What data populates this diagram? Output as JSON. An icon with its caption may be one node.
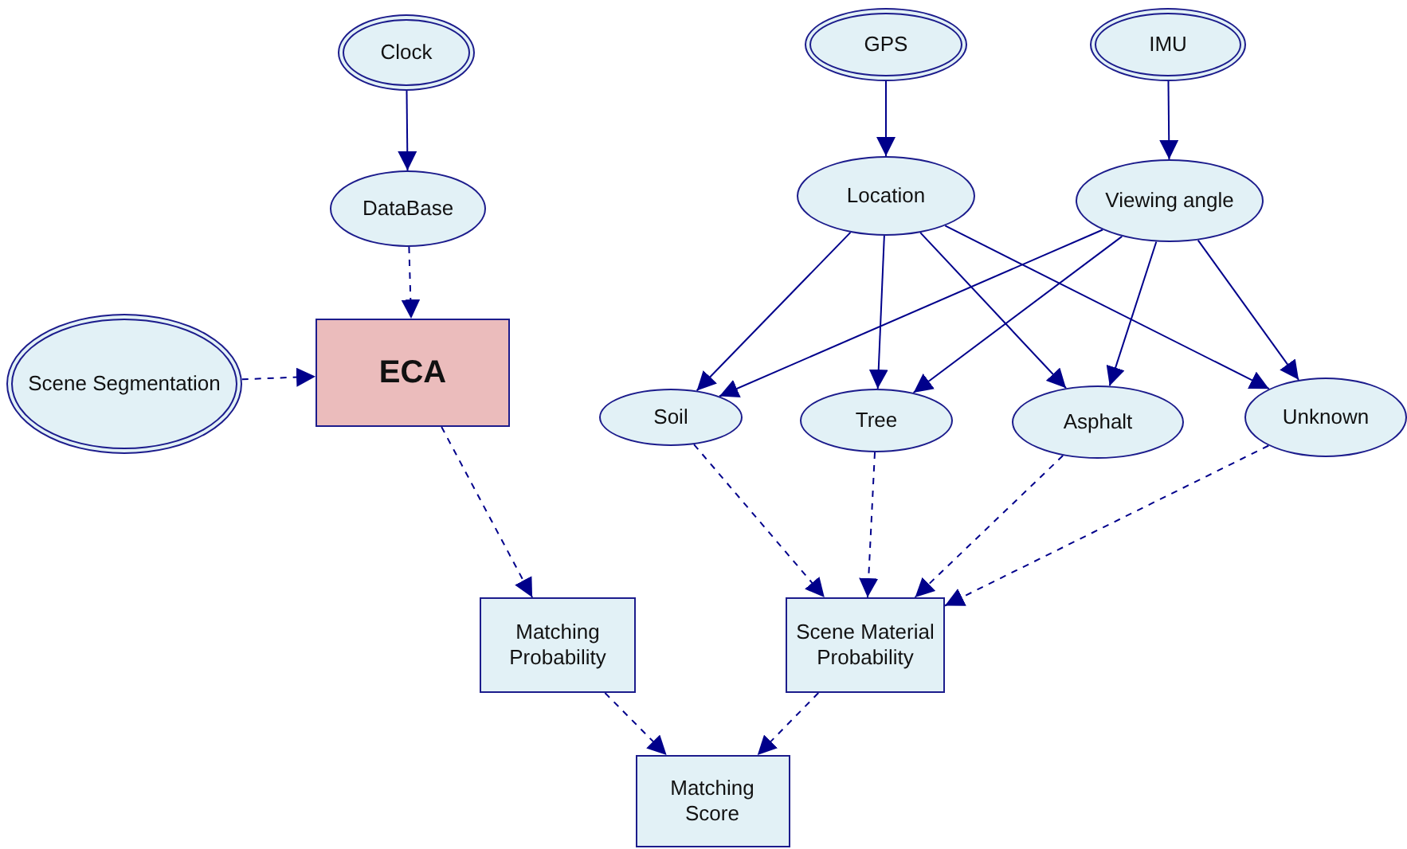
{
  "diagram": {
    "nodes": [
      {
        "text": [
          "Clock"
        ]
      },
      {
        "text": [
          "GPS"
        ]
      },
      {
        "text": [
          "IMU"
        ]
      },
      {
        "text": [
          "DataBase"
        ]
      },
      {
        "text": [
          "Location"
        ]
      },
      {
        "text": [
          "Viewing angle"
        ]
      },
      {
        "text": [
          "Scene Segmentation"
        ]
      },
      {
        "text": [
          "ECA"
        ]
      },
      {
        "text": [
          "Soil"
        ]
      },
      {
        "text": [
          "Tree"
        ]
      },
      {
        "text": [
          "Asphalt"
        ]
      },
      {
        "text": [
          "Unknown"
        ]
      },
      {
        "text": [
          "Matching Probability"
        ]
      },
      {
        "text": [
          "Scene Material Probability"
        ]
      },
      {
        "text": [
          "Matching Score"
        ]
      }
    ],
    "edges": [
      {
        "from": 0,
        "to": 3,
        "arrow": "to"
      },
      {
        "from": 1,
        "to": 4,
        "arrow": "to"
      },
      {
        "from": 2,
        "to": 5,
        "arrow": "to"
      },
      {
        "from": 3,
        "to": 7,
        "arrow": "to",
        "style": "dashed"
      },
      {
        "from": 6,
        "to": 7,
        "arrow": "to",
        "style": "dashed"
      },
      {
        "from": 4,
        "to": 8,
        "arrow": "to"
      },
      {
        "from": 4,
        "to": 9,
        "arrow": "to"
      },
      {
        "from": 4,
        "to": 10,
        "arrow": "to"
      },
      {
        "from": 4,
        "to": 11,
        "arrow": "to"
      },
      {
        "from": 5,
        "to": 8,
        "arrow": "to"
      },
      {
        "from": 5,
        "to": 9,
        "arrow": "to"
      },
      {
        "from": 5,
        "to": 10,
        "arrow": "to"
      },
      {
        "from": 5,
        "to": 11,
        "arrow": "to"
      },
      {
        "from": 7,
        "to": 12,
        "arrow": "to",
        "style": "dashed"
      },
      {
        "from": 8,
        "to": 13,
        "arrow": "to",
        "style": "dashed"
      },
      {
        "from": 9,
        "to": 13,
        "arrow": "to",
        "style": "dashed"
      },
      {
        "from": 10,
        "to": 13,
        "arrow": "to",
        "style": "dashed"
      },
      {
        "from": 11,
        "to": 13,
        "arrow": "to",
        "style": "dashed"
      },
      {
        "from": 12,
        "to": 14,
        "arrow": "to",
        "style": "dashed"
      },
      {
        "from": 13,
        "to": 14,
        "arrow": "to",
        "style": "dashed"
      }
    ]
  }
}
